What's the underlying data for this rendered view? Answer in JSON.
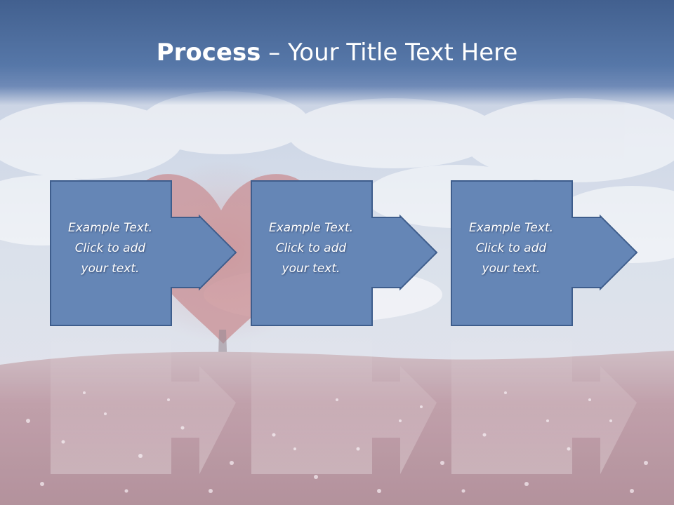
{
  "slide": {
    "title_bold": "Process",
    "title_rest": " – Your Title Text Here"
  },
  "steps": [
    {
      "line1": "Example Text.",
      "line2": "Click  to add",
      "line3": "your text."
    },
    {
      "line1": "Example Text.",
      "line2": "Click  to add",
      "line3": "your text."
    },
    {
      "line1": "Example Text.",
      "line2": "Click  to add",
      "line3": "your text."
    }
  ],
  "colors": {
    "title_band": "#4a6a9c",
    "box_fill": "#6586b6",
    "box_stroke": "#3e5d8c",
    "title_text": "#ffffff"
  }
}
